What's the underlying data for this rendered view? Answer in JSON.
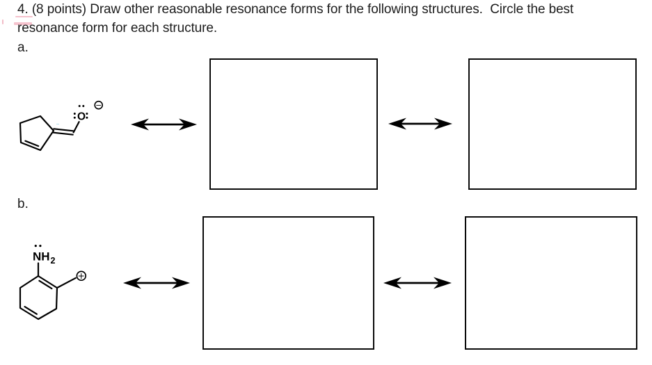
{
  "title": {
    "line1": "4. (8 points) Draw other reasonable resonance forms for the following structures.  Circle the best",
    "line2": "resonance form for each structure."
  },
  "sections": {
    "a": {
      "label": "a.",
      "structure": {
        "name": "cyclopentadienyl-enolate-anion",
        "oxygen": "O",
        "charge": "−"
      }
    },
    "b": {
      "label": "b.",
      "structure": {
        "name": "amino-cyclohexadienyl-cation",
        "amine": "NH",
        "amine_subscript": "2",
        "charge": "+"
      }
    }
  },
  "answer_boxes": {
    "count": 4,
    "border_color": "#0a0a0a",
    "fill": "#ffffff"
  },
  "arrows": {
    "count": 4,
    "style": "double-headed resonance arrow",
    "color": "#000000"
  },
  "colors": {
    "ink": "#000000",
    "text": "#1c1c1c",
    "proofing_pink": "#f5c0cb",
    "artifact_blue": "#a8d9e9",
    "background": "#ffffff"
  }
}
